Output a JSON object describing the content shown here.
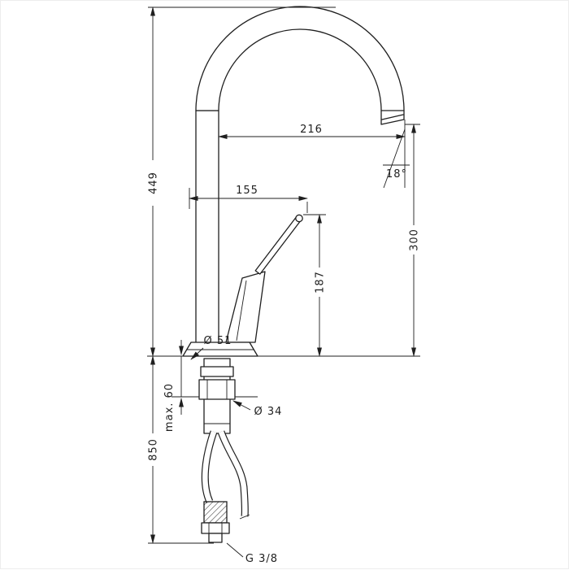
{
  "drawing": {
    "dimensions": {
      "overall_height": "449",
      "spout_reach": "216",
      "spout_angle": "18°",
      "handle_reach": "155",
      "spout_height": "300",
      "handle_height": "187",
      "base_diameter": "Ø 51",
      "shank_diameter": "Ø 34",
      "mounting_thickness": "max. 60",
      "hose_length": "850",
      "connection_thread": "G 3/8"
    }
  }
}
